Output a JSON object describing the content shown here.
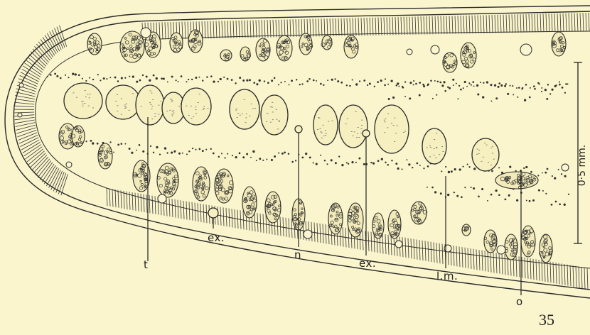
{
  "figure": {
    "labels": {
      "t": "t",
      "ex1": "ex.",
      "n": "n",
      "ex2": "ex.",
      "lm": "l.m.",
      "o": "o"
    },
    "scale_bar_label": "0·5 mm.",
    "page_number": "35"
  },
  "colors": {
    "paper": "#faf5cc",
    "ink": "#2a2a2a"
  }
}
